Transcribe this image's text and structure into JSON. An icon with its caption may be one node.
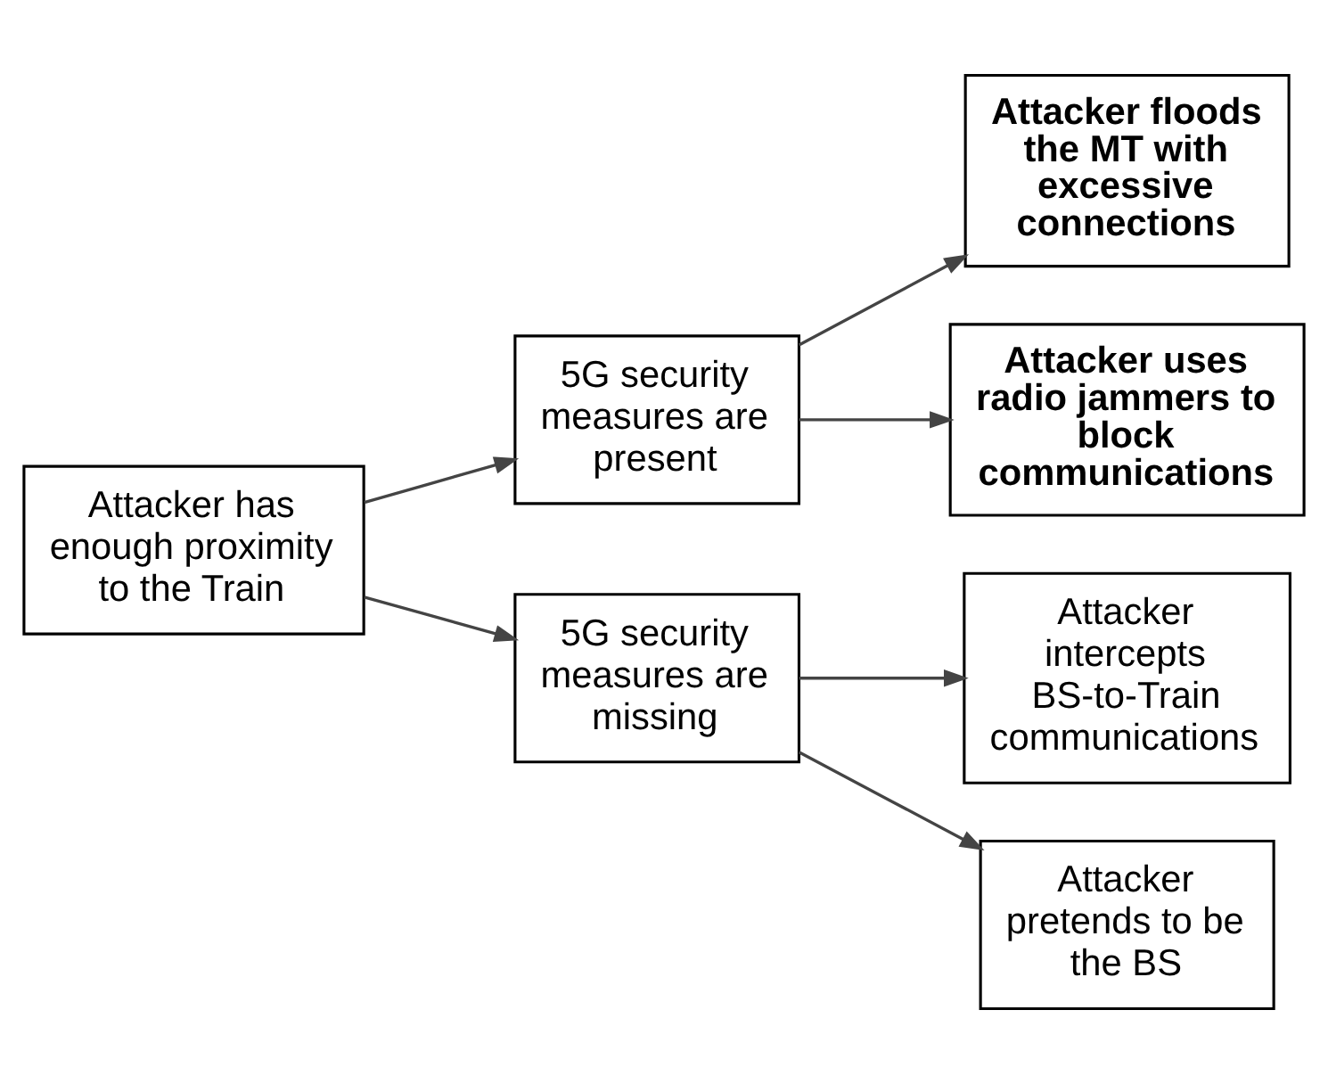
{
  "diagram": {
    "nodes": [
      {
        "text": [
          "Attacker has enough proximity to the Train"
        ]
      },
      {
        "text": [
          "5G security measures are present"
        ]
      },
      {
        "text": [
          "5G security measures are missing"
        ]
      },
      {
        "text": [
          "Attacker floods the MT with excessive connections"
        ]
      },
      {
        "text": [
          "Attacker uses radio jammers to block communications"
        ]
      },
      {
        "text": [
          "Attacker intercepts BS-to-Train communications"
        ]
      },
      {
        "text": [
          "Attacker pretends to be the BS"
        ]
      }
    ],
    "edges": [
      {
        "from": 0,
        "to": 1,
        "arrow": "to"
      },
      {
        "from": 0,
        "to": 2,
        "arrow": "to"
      },
      {
        "from": 1,
        "to": 3,
        "arrow": "to"
      },
      {
        "from": 1,
        "to": 4,
        "arrow": "to"
      },
      {
        "from": 2,
        "to": 5,
        "arrow": "to"
      },
      {
        "from": 2,
        "to": 6,
        "arrow": "to"
      }
    ]
  }
}
